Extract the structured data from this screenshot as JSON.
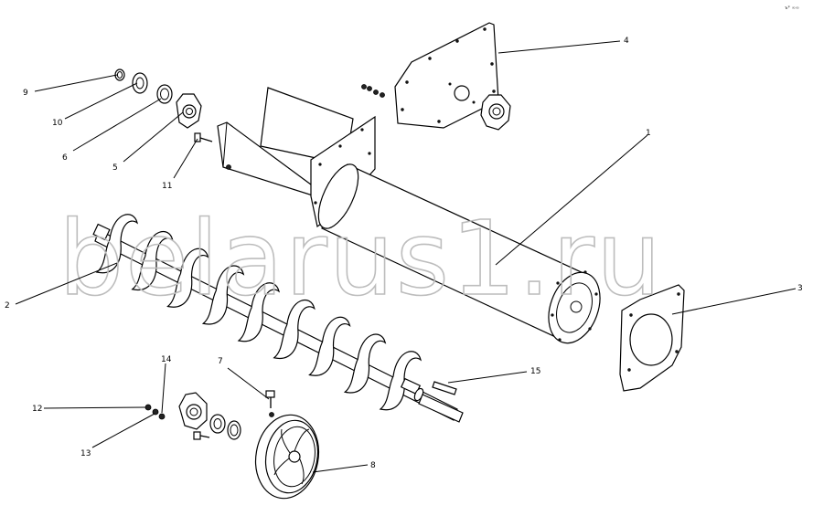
{
  "corner_mark": "ъ* ∞∞",
  "watermark": "belarus1.ru",
  "callouts": [
    {
      "id": "callout-1",
      "text": "1"
    },
    {
      "id": "callout-2",
      "text": "2"
    },
    {
      "id": "callout-3",
      "text": "3"
    },
    {
      "id": "callout-4",
      "text": "4"
    },
    {
      "id": "callout-5",
      "text": "5"
    },
    {
      "id": "callout-6",
      "text": "6"
    },
    {
      "id": "callout-7",
      "text": "7"
    },
    {
      "id": "callout-8",
      "text": "8"
    },
    {
      "id": "callout-9",
      "text": "9"
    },
    {
      "id": "callout-10",
      "text": "10"
    },
    {
      "id": "callout-11",
      "text": "11"
    },
    {
      "id": "callout-12",
      "text": "12"
    },
    {
      "id": "callout-13",
      "text": "13"
    },
    {
      "id": "callout-14",
      "text": "14"
    },
    {
      "id": "callout-15",
      "text": "15"
    }
  ]
}
